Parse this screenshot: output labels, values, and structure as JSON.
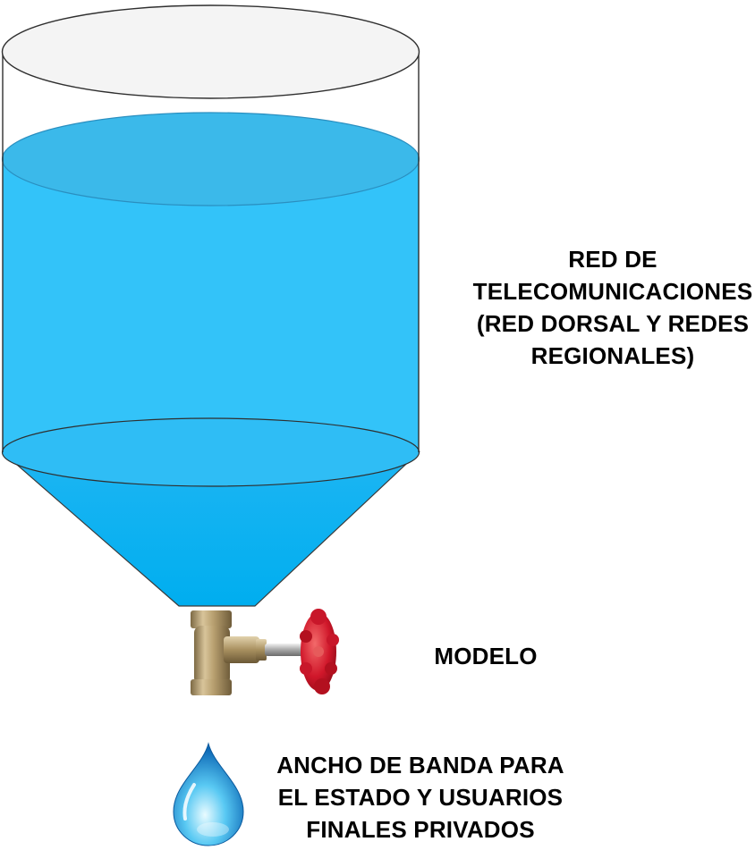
{
  "labels": {
    "network": [
      "RED DE",
      "TELECOMUNICACIONES",
      "(RED DORSAL Y REDES",
      "REGIONALES)"
    ],
    "model": [
      "MODELO"
    ],
    "bandwidth": [
      "ANCHO DE BANDA PARA",
      "EL ESTADO Y USUARIOS",
      "FINALES PRIVADOS"
    ]
  },
  "icons": {
    "tank": "cylinder-tank-icon",
    "valve": "valve-faucet-icon",
    "drop": "water-drop-icon"
  },
  "colors": {
    "water": "#33C3F9",
    "water_dark": "#00AEEF",
    "water_surface": "#3BB9EA",
    "tank_outline": "#3a3a3a",
    "tank_top": "#f4f4f4",
    "valve_brass": "#b49a6a",
    "valve_handle": "#d11a2a"
  }
}
